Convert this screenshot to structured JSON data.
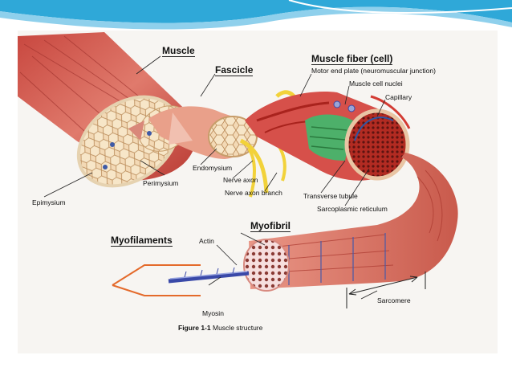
{
  "figure": {
    "caption_number": "Figure 1-1",
    "caption_text": "Muscle structure"
  },
  "labels": {
    "muscle": "Muscle",
    "fascicle": "Fascicle",
    "muscle_fiber": "Muscle fiber (cell)",
    "motor_end_plate": "Motor end plate (neuromuscular junction)",
    "muscle_cell_nuclei": "Muscle cell nuclei",
    "capillary": "Capillary",
    "endomysium": "Endomysium",
    "perimysium": "Perimysium",
    "epimysium": "Epimysium",
    "nerve_axon": "Nerve axon",
    "nerve_axon_branch": "Nerve axon branch",
    "transverse_tubule": "Transverse tubule",
    "sarcoplasmic_reticulum": "Sarcoplasmic reticulum",
    "myofibril": "Myofibril",
    "myofilaments": "Myofilaments",
    "actin": "Actin",
    "myosin": "Myosin",
    "sarcomere": "Sarcomere"
  },
  "colors": {
    "slide_band": "#2fa8d8",
    "muscle_red": "#d9534f",
    "fascicle_pink": "#e9a08a",
    "nerve_yellow": "#f2d23a",
    "sr_green": "#4db06a",
    "myosin_blue": "#3a49a8"
  }
}
